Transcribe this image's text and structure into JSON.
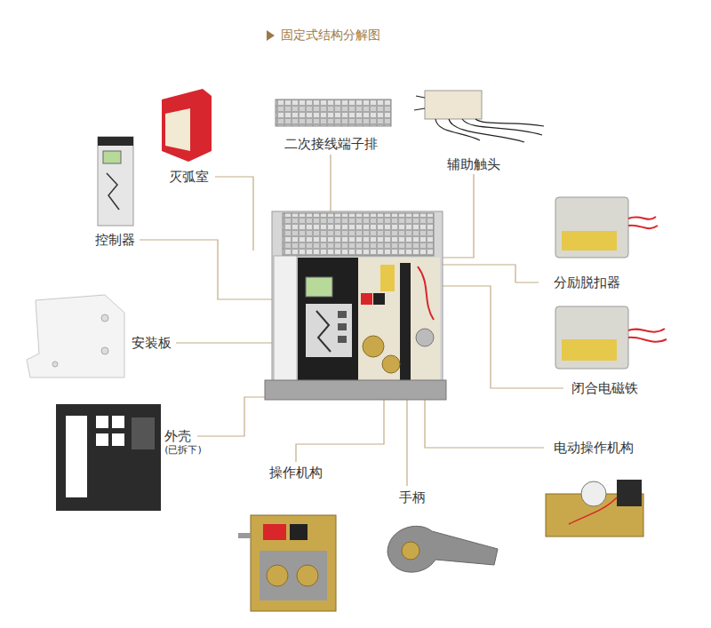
{
  "diagram": {
    "title": "固定式结构分解图",
    "labels": [
      "二次接线端子排",
      "辅助触头",
      "灭弧室",
      "控制器",
      "分励脱扣器",
      "安装板",
      "闭合电磁铁",
      "外壳",
      "(已拆下)",
      "电动操作机构",
      "操作机构",
      "手柄"
    ]
  }
}
